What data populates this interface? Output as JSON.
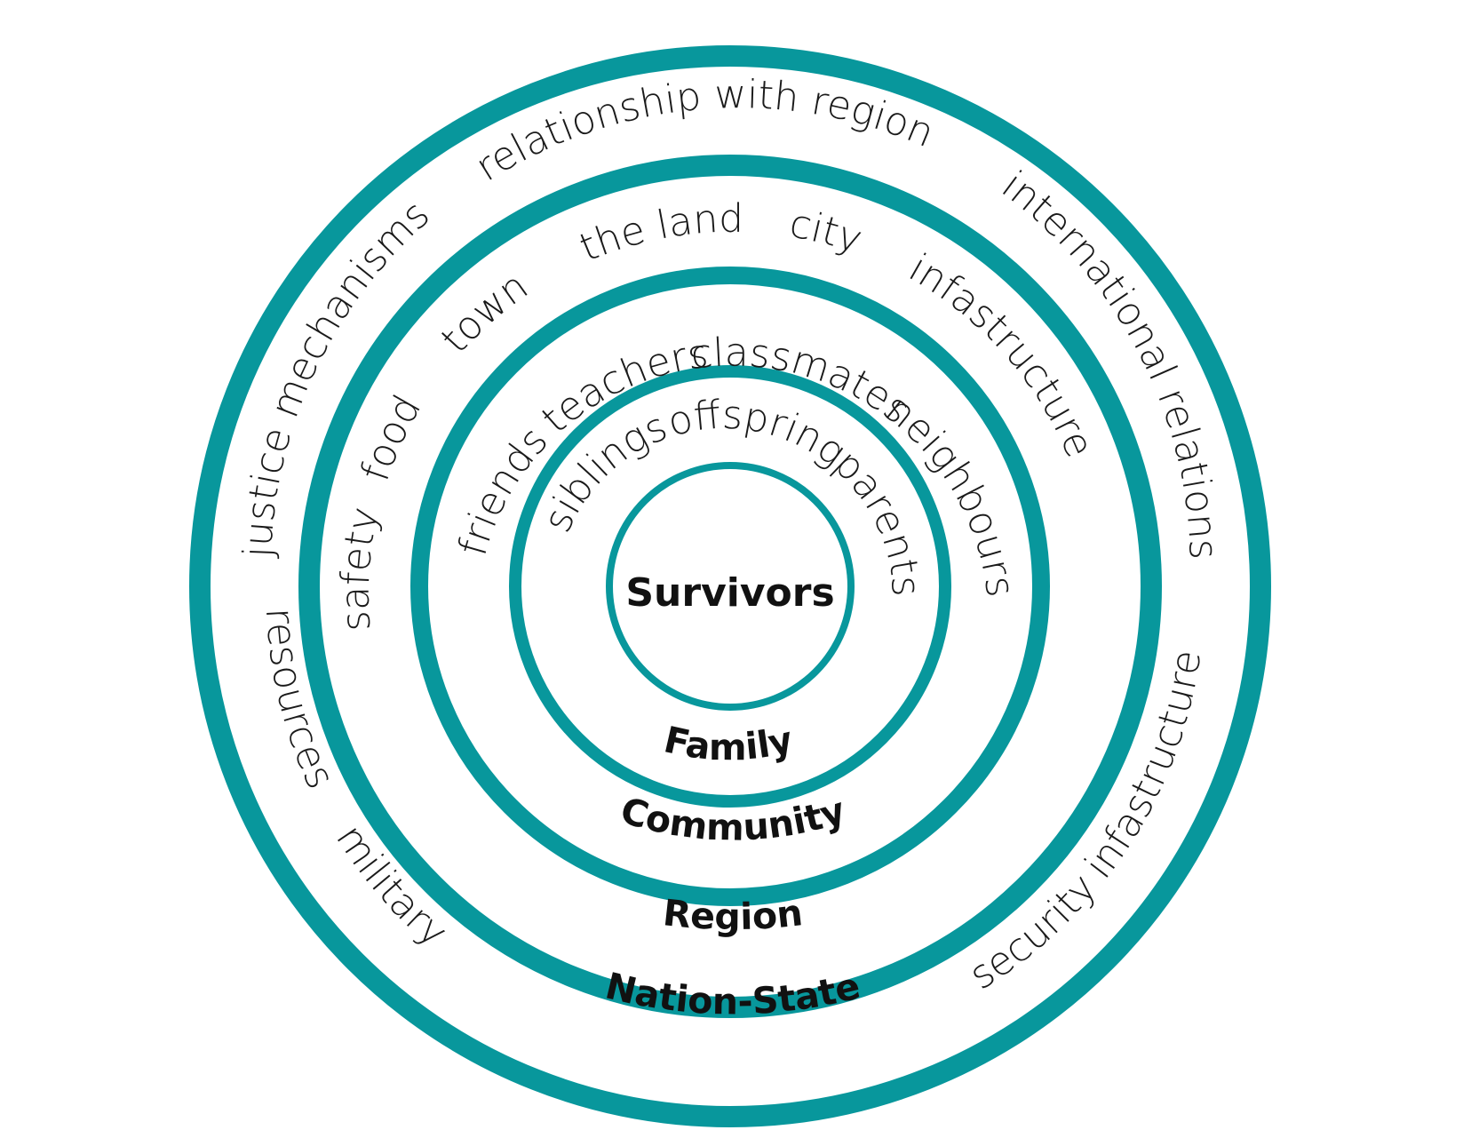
{
  "diagram": {
    "ring_color": "#08979c",
    "center": "Survivors",
    "levels": [
      "Family",
      "Community",
      "Region",
      "Nation-State"
    ],
    "family_words": [
      "siblings",
      "offspring",
      "parents"
    ],
    "community_words": [
      "friends",
      "teachers",
      "classmates",
      "neighbours"
    ],
    "region_words": [
      "safety",
      "food",
      "town",
      "the land",
      "city",
      "infastructure"
    ],
    "nation_words": [
      "justice mechanisms",
      "relationship with region",
      "international relations",
      "resources",
      "military",
      "security",
      "infastructure"
    ]
  }
}
